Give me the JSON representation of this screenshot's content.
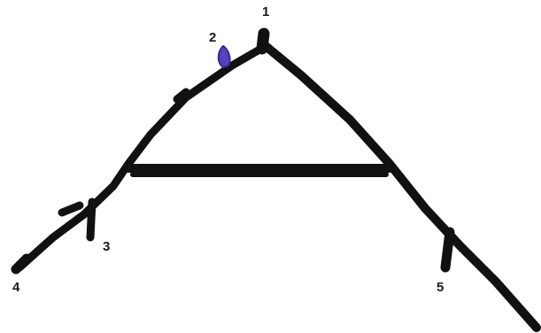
{
  "labels": {
    "p1": "1",
    "p2": "2",
    "p3": "3",
    "p4": "4",
    "p5": "5"
  },
  "colors": {
    "stroke": "#111111",
    "highlight": "#5a3fc0"
  }
}
